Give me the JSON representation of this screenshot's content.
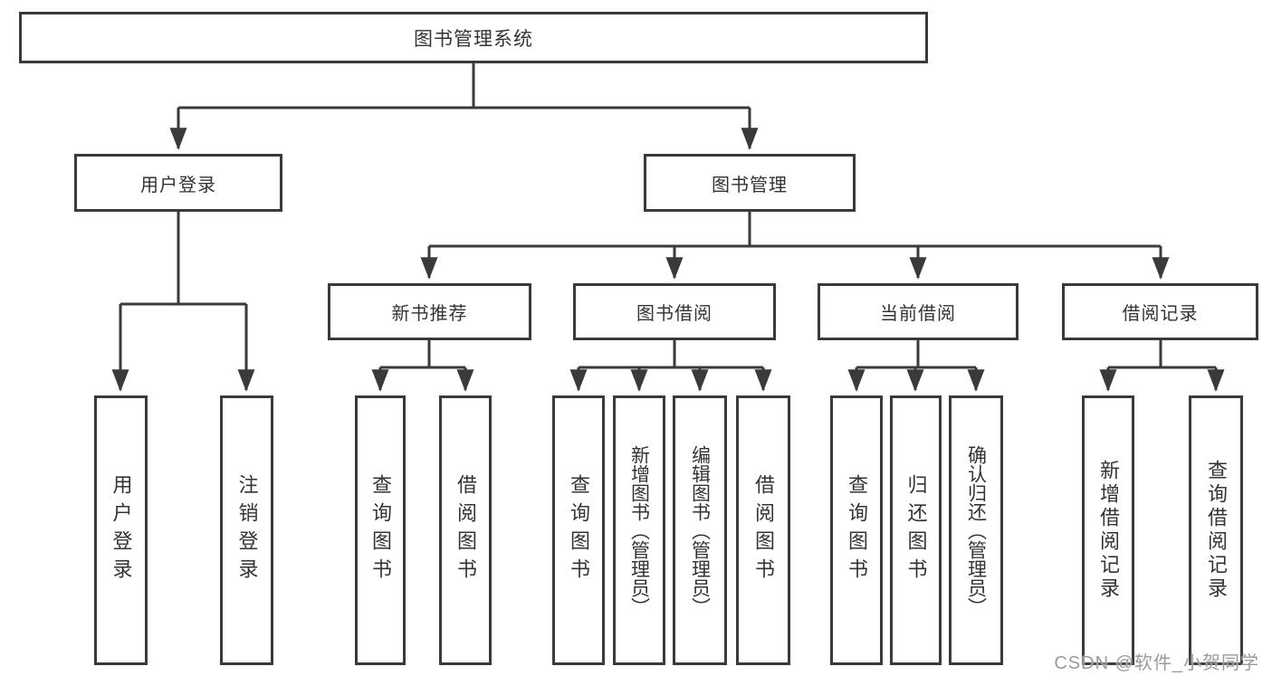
{
  "diagram": {
    "root": {
      "label": "图书管理系统"
    },
    "level2": [
      {
        "label": "用户登录"
      },
      {
        "label": "图书管理"
      }
    ],
    "level3": [
      {
        "label": "新书推荐"
      },
      {
        "label": "图书借阅"
      },
      {
        "label": "当前借阅"
      },
      {
        "label": "借阅记录"
      }
    ],
    "leaves": [
      {
        "label": "用户登录"
      },
      {
        "label": "注销登录"
      },
      {
        "label": "查询图书"
      },
      {
        "label": "借阅图书"
      },
      {
        "label": "查询图书"
      },
      {
        "label": "新增图书（管理员）"
      },
      {
        "label": "编辑图书（管理员）"
      },
      {
        "label": "借阅图书"
      },
      {
        "label": "查询图书"
      },
      {
        "label": "归还图书"
      },
      {
        "label": "确认归还（管理员）"
      },
      {
        "label": "新增借阅记录"
      },
      {
        "label": "查询借阅记录"
      }
    ]
  },
  "watermark": "CSDN @软件_小贺同学",
  "colors": {
    "line": "#3a3a3a",
    "text": "#333333",
    "watermark": "#9b9b9b",
    "background": "#ffffff"
  }
}
